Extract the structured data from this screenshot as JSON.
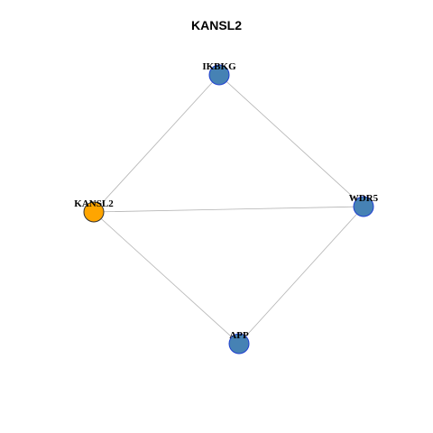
{
  "title": "KANSL2",
  "colors": {
    "focus_fill": "#ffa500",
    "focus_stroke": "#333333",
    "node_fill": "#4682b4",
    "node_stroke": "#1f3fd0",
    "edge": "#b3b3b3"
  },
  "nodes": [
    {
      "id": "IKBKG",
      "label": "IKBKG",
      "focus": false
    },
    {
      "id": "KANSL2",
      "label": "KANSL2",
      "focus": true
    },
    {
      "id": "WDR5",
      "label": "WDR5",
      "focus": false
    },
    {
      "id": "APP",
      "label": "APP",
      "focus": false
    }
  ],
  "edges": [
    {
      "source": "IKBKG",
      "target": "KANSL2"
    },
    {
      "source": "IKBKG",
      "target": "WDR5"
    },
    {
      "source": "KANSL2",
      "target": "WDR5"
    },
    {
      "source": "KANSL2",
      "target": "APP"
    },
    {
      "source": "WDR5",
      "target": "APP"
    }
  ]
}
